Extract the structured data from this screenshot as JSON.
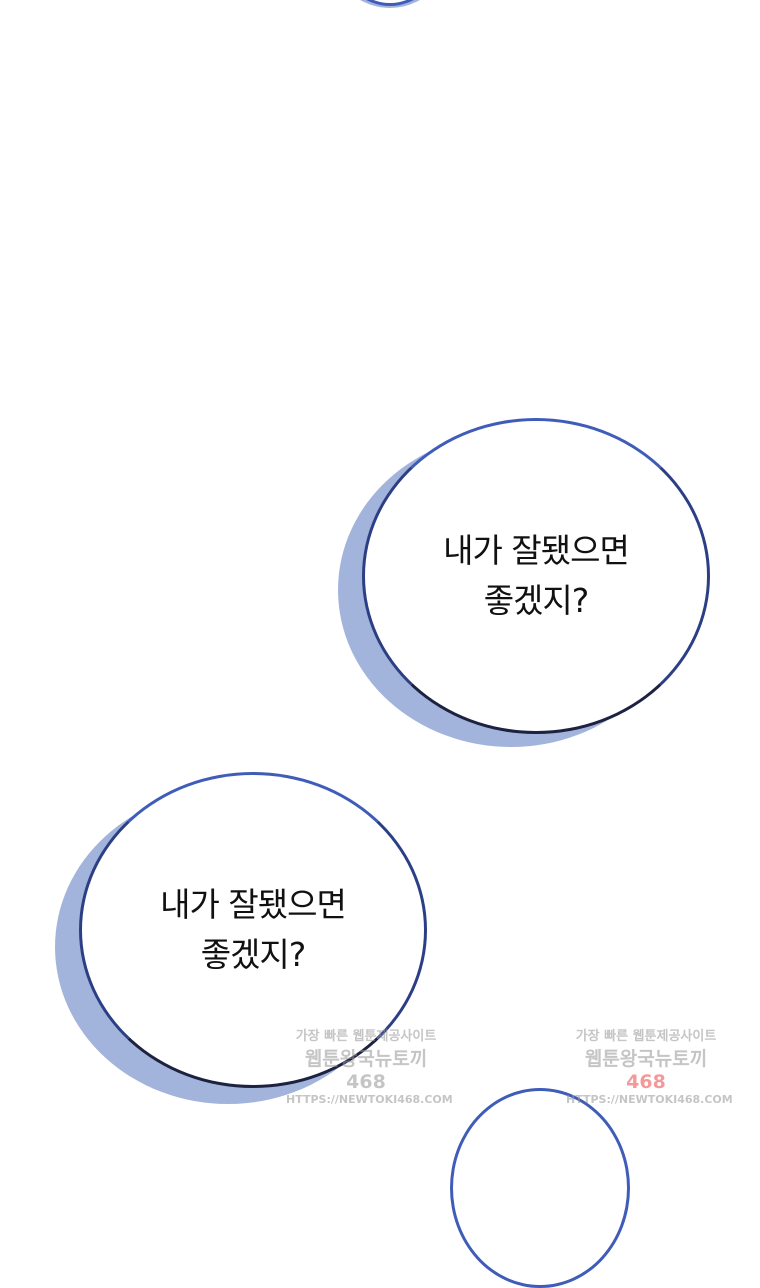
{
  "bubbles": [
    {
      "lines": [
        "내가 잘됐으면",
        "좋겠지?"
      ]
    },
    {
      "lines": [
        "내가 잘됐으면",
        "좋겠지?"
      ]
    }
  ],
  "watermark": {
    "line1": "가장 빠른 웹툰제공사이트",
    "line2": "웹툰왕국뉴토끼",
    "line2_number": "468",
    "line3": "HTTPS://NEWTOKI468.COM"
  },
  "colors": {
    "shadow": "#a3b4dc",
    "outline_top": "#3f5cb8",
    "outline_bottom": "#1c2240"
  }
}
